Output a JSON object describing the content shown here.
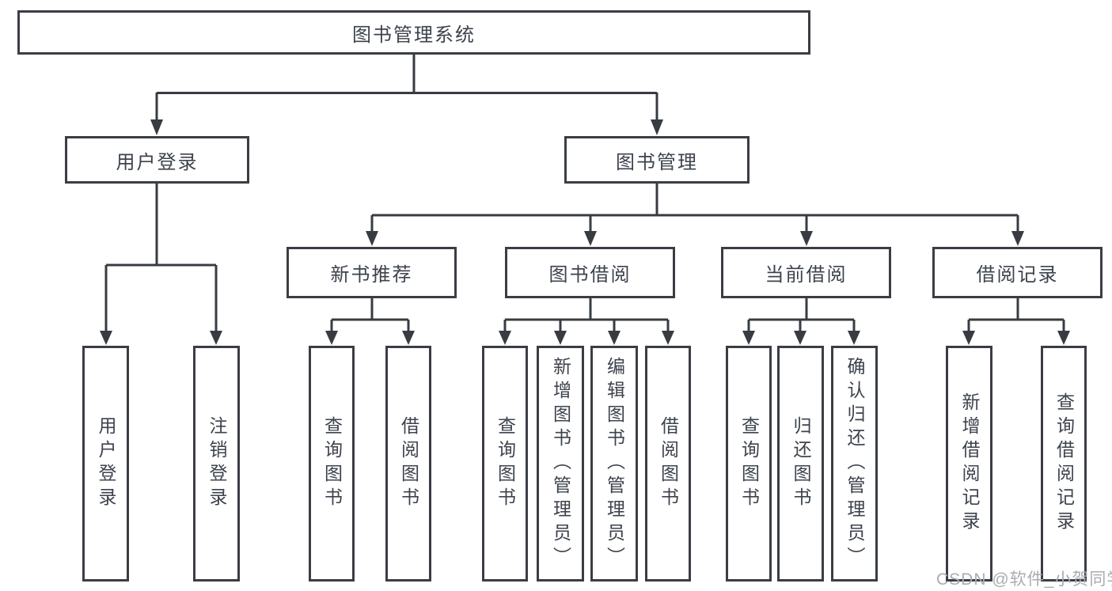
{
  "tree": {
    "root": {
      "label": "图书管理系统",
      "children": [
        {
          "label": "用户登录",
          "children": [
            {
              "label": "用户登录"
            },
            {
              "label": "注销登录"
            }
          ]
        },
        {
          "label": "图书管理",
          "children": [
            {
              "label": "新书推荐",
              "children": [
                {
                  "label": "查询图书"
                },
                {
                  "label": "借阅图书"
                }
              ]
            },
            {
              "label": "图书借阅",
              "children": [
                {
                  "label": "查询图书"
                },
                {
                  "label": "新增图书（管理员）"
                },
                {
                  "label": "编辑图书（管理员）"
                },
                {
                  "label": "借阅图书"
                }
              ]
            },
            {
              "label": "当前借阅",
              "children": [
                {
                  "label": "查询图书"
                },
                {
                  "label": "归还图书"
                },
                {
                  "label": "确认归还（管理员）"
                }
              ]
            },
            {
              "label": "借阅记录",
              "children": [
                {
                  "label": "新增借阅记录"
                },
                {
                  "label": "查询借阅记录"
                }
              ]
            }
          ]
        }
      ]
    }
  },
  "watermark": {
    "text": "CSDN @软件_小贺同学"
  },
  "colors": {
    "line": "#383c42",
    "border": "#3a3e44",
    "text": "#3d434c",
    "watermark": "#a9acb1",
    "background": "#ffffff"
  }
}
